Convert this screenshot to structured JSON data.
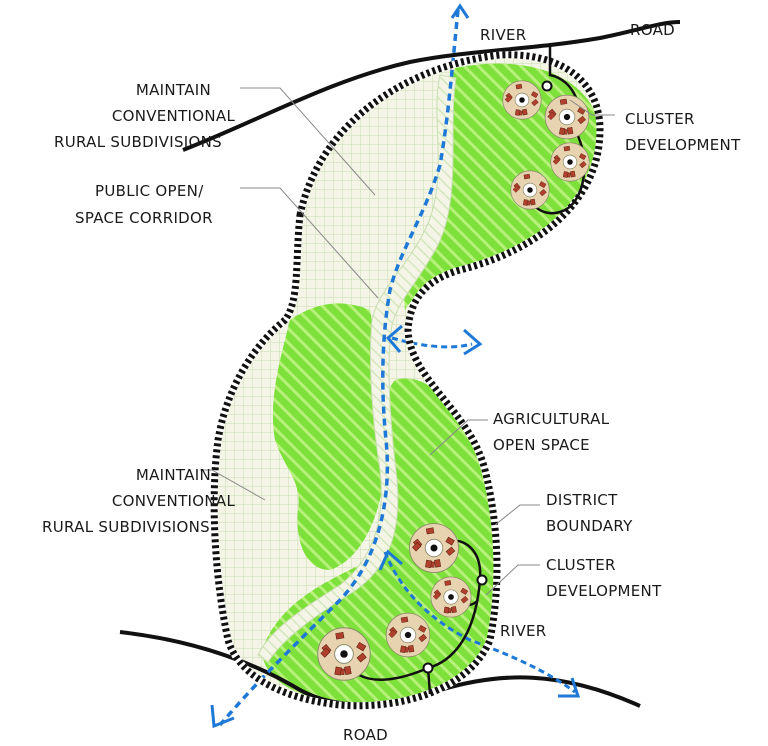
{
  "labels": {
    "river_top": "RIVER",
    "road_top": "ROAD",
    "maintain_top": [
      "MAINTAIN",
      "CONVENTIONAL",
      "RURAL SUBDIVISIONS"
    ],
    "cluster_top": [
      "CLUSTER",
      "DEVELOPMENT"
    ],
    "public_open": [
      "PUBLIC OPEN/",
      "SPACE CORRIDOR"
    ],
    "agricultural": [
      "AGRICULTURAL",
      "OPEN SPACE"
    ],
    "maintain_bottom": [
      "MAINTAIN",
      "CONVENTIONAL",
      "RURAL SUBDIVISIONS"
    ],
    "district": [
      "DISTRICT",
      "BOUNDARY"
    ],
    "cluster_bottom": [
      "CLUSTER",
      "DEVELOPMENT"
    ],
    "river_bottom": "RIVER",
    "road_bottom": "ROAD"
  },
  "colors": {
    "green": "#7ee03a",
    "green_hatch": "#b8f07c",
    "cream": "#f4f5e6",
    "grid": "#c9ddb2",
    "river": "#1e78d6",
    "cluster": "#e8d3b0",
    "house": "#b0402e",
    "ink": "#111111"
  }
}
